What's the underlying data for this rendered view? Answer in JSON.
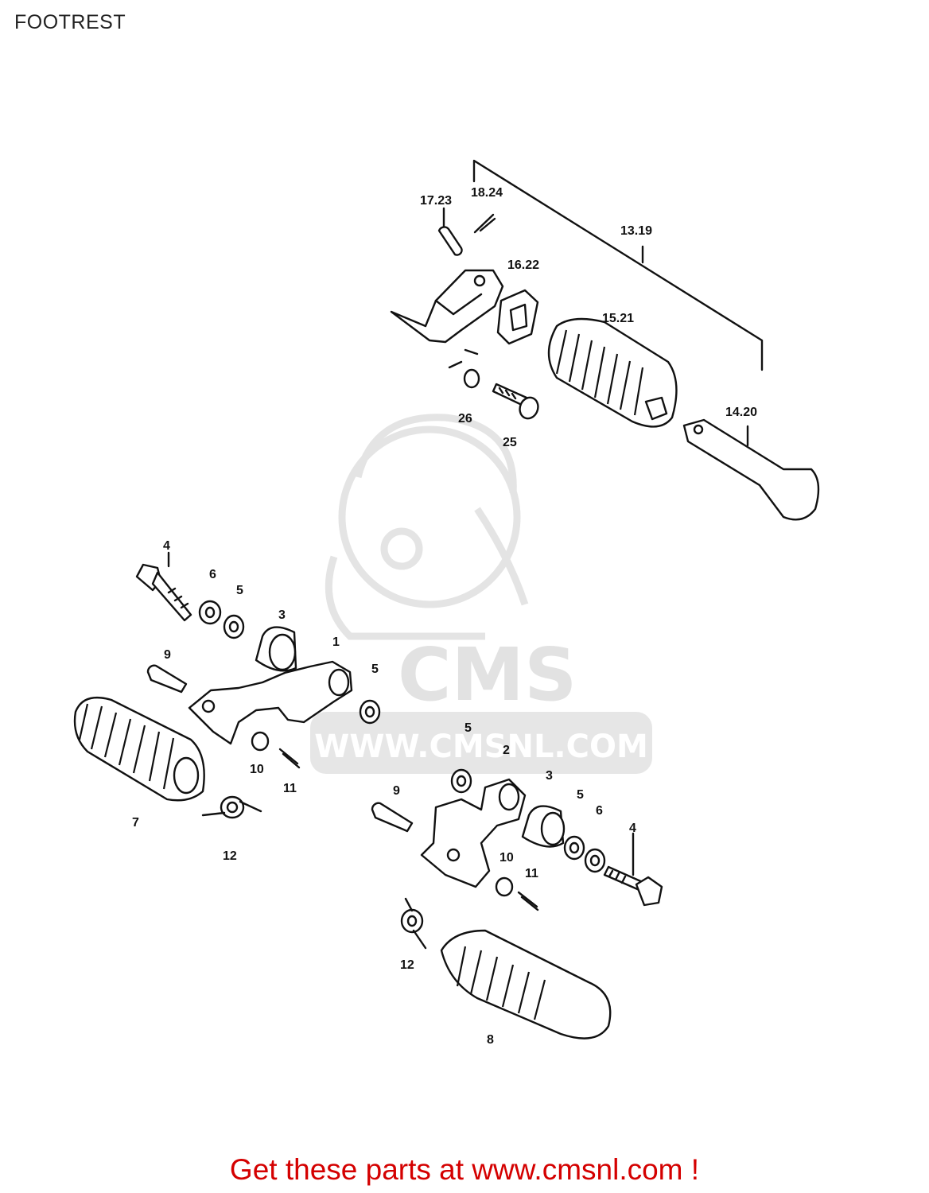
{
  "title": "FOOTREST",
  "footer": "Get these parts at www.cmsnl.com !",
  "watermark": {
    "logo_text": "CMS",
    "url_text": "WWW.CMSNL.COM"
  },
  "labels": {
    "l_17_23": "17.23",
    "l_18_24": "18.24",
    "l_13_19": "13.19",
    "l_16_22": "16.22",
    "l_15_21": "15.21",
    "l_26": "26",
    "l_25": "25",
    "l_14_20": "14.20",
    "l_4a": "4",
    "l_6a": "6",
    "l_5a": "5",
    "l_3a": "3",
    "l_1": "1",
    "l_5b": "5",
    "l_9a": "9",
    "l_10a": "10",
    "l_11a": "11",
    "l_7": "7",
    "l_12a": "12",
    "l_5c": "5",
    "l_2": "2",
    "l_3b": "3",
    "l_5d": "5",
    "l_6b": "6",
    "l_4b": "4",
    "l_9b": "9",
    "l_10b": "10",
    "l_11b": "11",
    "l_12b": "12",
    "l_8": "8"
  },
  "colors": {
    "footer": "#d40000",
    "watermark": "#e4e4e4",
    "line": "#111111"
  }
}
